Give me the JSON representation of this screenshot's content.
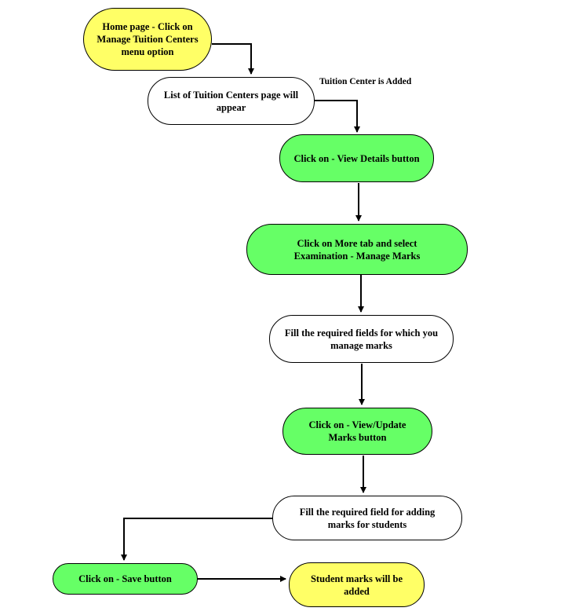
{
  "colors": {
    "start_end": "#ffff66",
    "action": "#66ff66",
    "info": "#ffffff",
    "line": "#000000"
  },
  "nodes": {
    "home": "Home page - Click on Manage Tuition Centers menu option",
    "list": "List of Tuition Centers page will appear",
    "view_details": "Click on - View Details button",
    "more_tab": "Click on More tab and select Examination - Manage Marks",
    "fill_fields": "Fill the  required fields for which you manage marks",
    "view_update": "Click on - View/Update Marks button",
    "fill_marks": "Fill the required field for adding marks for students",
    "save": "Click on - Save button",
    "added": "Student marks will be added"
  },
  "labels": {
    "tuition_added": "Tuition Center is Added"
  }
}
